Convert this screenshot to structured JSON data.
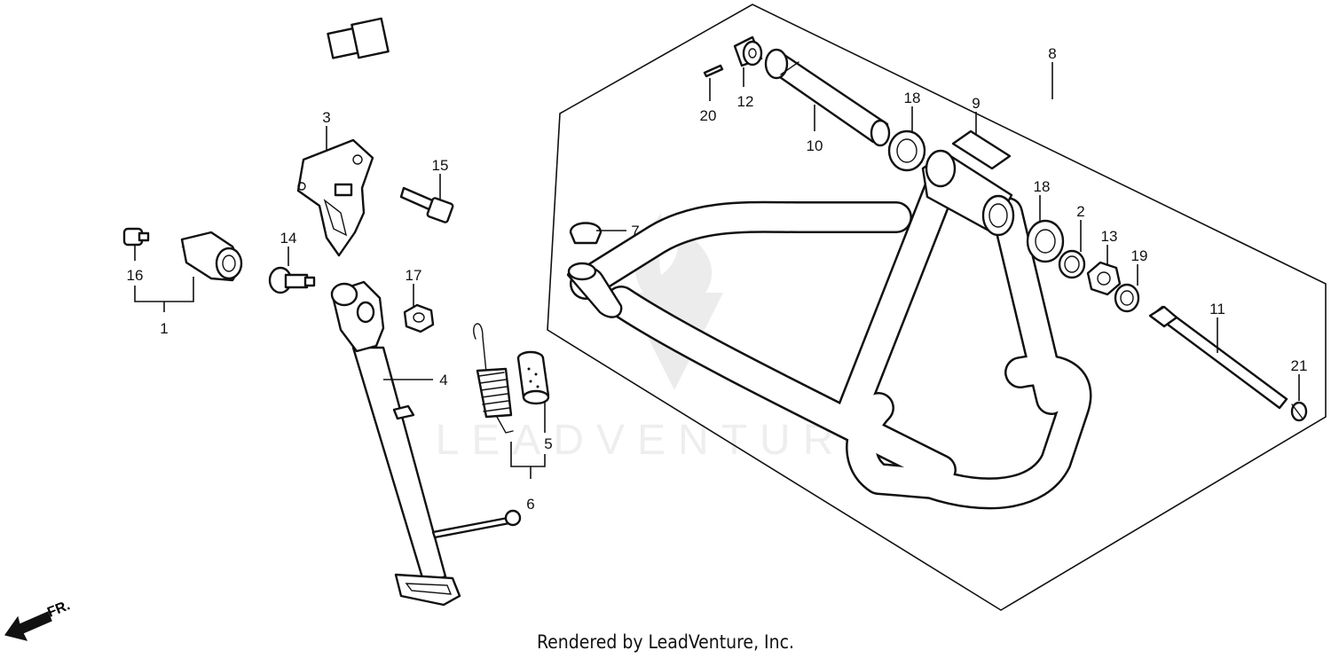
{
  "diagram": {
    "callouts": {
      "c1": "1",
      "c2": "2",
      "c3": "3",
      "c4": "4",
      "c5": "5",
      "c6": "6",
      "c7": "7",
      "c8": "8",
      "c9": "9",
      "c10": "10",
      "c11": "11",
      "c12": "12",
      "c13": "13",
      "c14": "14",
      "c15": "15",
      "c16": "16",
      "c17": "17",
      "c18a": "18",
      "c18b": "18",
      "c19": "19",
      "c20": "20",
      "c21": "21"
    },
    "direction_label": "FR.",
    "watermark": "LEADVENTURE",
    "credit": "Rendered by LeadVenture, Inc."
  }
}
